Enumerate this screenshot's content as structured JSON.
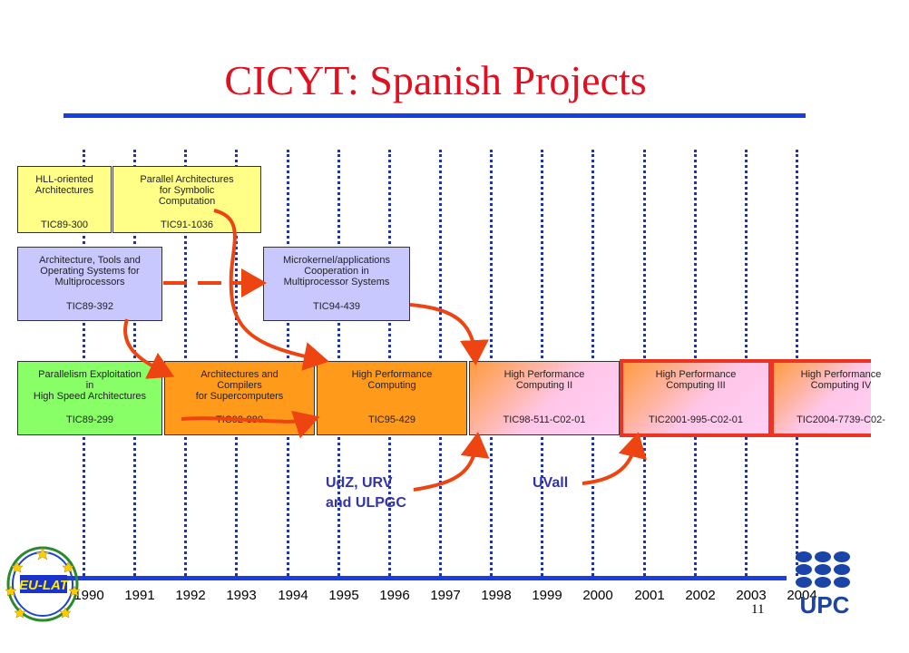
{
  "title": "CICYT: Spanish  Projects",
  "page_number": "11",
  "years": [
    "1990",
    "1991",
    "1992",
    "1993",
    "1994",
    "1995",
    "1996",
    "1997",
    "1998",
    "1999",
    "2000",
    "2001",
    "2002",
    "2003",
    "2004"
  ],
  "boxes": [
    {
      "id": "hll",
      "lines": [
        "HLL-oriented",
        "Architectures"
      ],
      "code": "TIC89-300"
    },
    {
      "id": "pas",
      "lines": [
        "Parallel Architectures",
        "for Symbolic",
        "Computation"
      ],
      "code": "TIC91-1036"
    },
    {
      "id": "atos",
      "lines": [
        "Architecture, Tools and",
        "Operating Systems for",
        "Multiprocessors"
      ],
      "code": "TIC89-392"
    },
    {
      "id": "mac",
      "lines": [
        "Microkernel/applications",
        "Cooperation in",
        "Multiprocessor Systems"
      ],
      "code": "TIC94-439"
    },
    {
      "id": "pe",
      "lines": [
        "Parallelism Exploitation",
        "in",
        "High Speed Architectures"
      ],
      "code": "TIC89-299"
    },
    {
      "id": "acs",
      "lines": [
        "Architectures and",
        "Compilers",
        "for Supercomputers"
      ],
      "code": "TIC92-880"
    },
    {
      "id": "hpc1",
      "lines": [
        "High Performance",
        "Computing"
      ],
      "code": "TIC95-429"
    },
    {
      "id": "hpc2",
      "lines": [
        "High Performance",
        "Computing II"
      ],
      "code": "TIC98-511-C02-01"
    },
    {
      "id": "hpc3",
      "lines": [
        "High Performance",
        "Computing III"
      ],
      "code": "TIC2001-995-C02-01"
    },
    {
      "id": "hpc4",
      "lines": [
        "High Performance",
        "Computing IV"
      ],
      "code": "TIC2004-7739-C02-"
    }
  ],
  "notes": {
    "udz": [
      "UdZ, URV",
      "and ULPGC"
    ],
    "uvall": "UVall"
  },
  "logos": {
    "left_text": "EU-LAT",
    "right_text": "UPC"
  },
  "colors": {
    "title": "#e01020",
    "rule": "#1a3fe0",
    "arrow": "#ee4411",
    "note_text": "#3333aa"
  }
}
